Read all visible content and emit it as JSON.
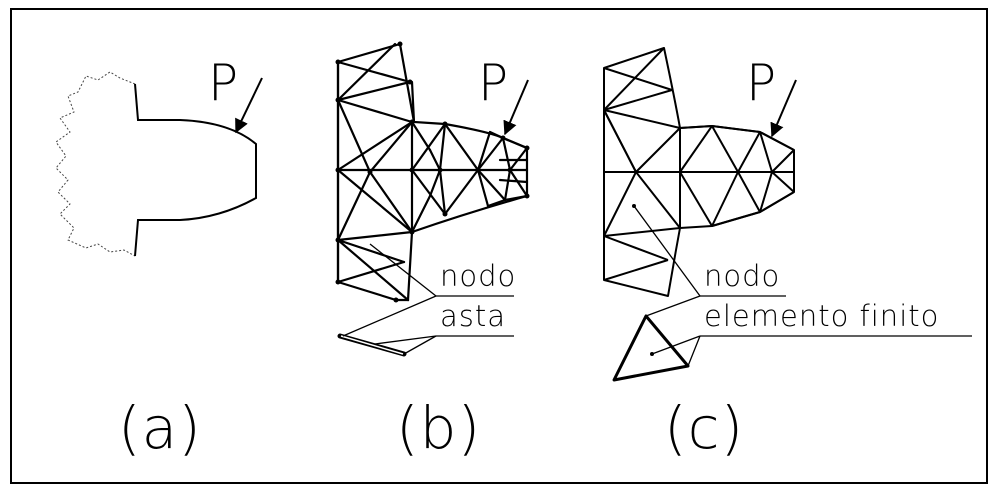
{
  "figure": {
    "panel_a": {
      "caption": "(a)",
      "load_label": "P"
    },
    "panel_b": {
      "caption": "(b)",
      "load_label": "P",
      "node_label": "nodo",
      "bar_label": "asta"
    },
    "panel_c": {
      "caption": "(c)",
      "load_label": "P",
      "node_label": "nodo",
      "element_label": "elemento finito"
    }
  }
}
